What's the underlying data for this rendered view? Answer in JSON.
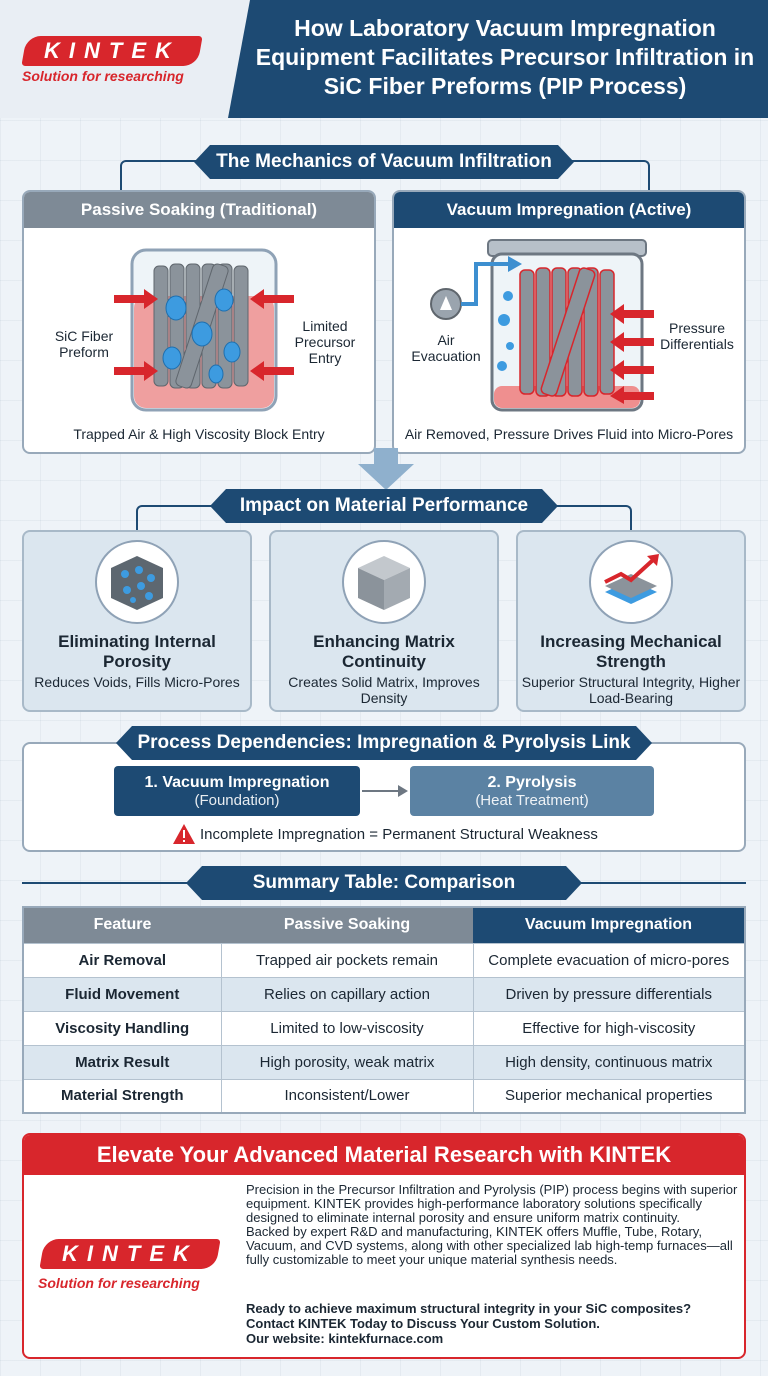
{
  "header": {
    "title": "How Laboratory Vacuum Impregnation Equipment Facilitates Precursor Infiltration in SiC Fiber Preforms (PIP Process)",
    "logo_text": "KINTEK",
    "logo_tagline": "Solution for researching"
  },
  "mechanics": {
    "heading": "The Mechanics of Vacuum Infiltration",
    "passive": {
      "title": "Passive Soaking (Traditional)",
      "label_left": "SiC Fiber Preform",
      "label_right": "Limited Precursor Entry",
      "caption": "Trapped Air & High Viscosity Block Entry"
    },
    "vacuum": {
      "title": "Vacuum Impregnation (Active)",
      "label_left": "Air Evacuation",
      "label_right": "Pressure Differentials",
      "caption": "Air Removed, Pressure Drives Fluid into Micro-Pores"
    }
  },
  "impact": {
    "heading": "Impact on Material Performance",
    "cards": [
      {
        "title": "Eliminating Internal Porosity",
        "sub": "Reduces Voids, Fills Micro-Pores"
      },
      {
        "title": "Enhancing Matrix Continuity",
        "sub": "Creates Solid Matrix, Improves Density"
      },
      {
        "title": "Increasing Mechanical Strength",
        "sub": "Superior Structural Integrity, Higher Load-Bearing"
      }
    ]
  },
  "process": {
    "heading": "Process Dependencies: Impregnation & Pyrolysis Link",
    "step1_title": "1. Vacuum Impregnation",
    "step1_sub": "(Foundation)",
    "step2_title": "2. Pyrolysis",
    "step2_sub": "(Heat Treatment)",
    "warning": "Incomplete Impregnation = Permanent Structural Weakness"
  },
  "summary": {
    "heading": "Summary Table: Comparison",
    "columns": [
      "Feature",
      "Passive Soaking",
      "Vacuum Impregnation"
    ],
    "rows": [
      [
        "Air Removal",
        "Trapped air pockets remain",
        "Complete evacuation of micro-pores"
      ],
      [
        "Fluid Movement",
        "Relies on capillary action",
        "Driven by pressure differentials"
      ],
      [
        "Viscosity Handling",
        "Limited to low-viscosity",
        "Effective for high-viscosity"
      ],
      [
        "Matrix Result",
        "High porosity, weak matrix",
        "High density, continuous matrix"
      ],
      [
        "Material Strength",
        "Inconsistent/Lower",
        "Superior mechanical properties"
      ]
    ]
  },
  "cta": {
    "heading": "Elevate Your Advanced Material Research with KINTEK",
    "para1": "Precision in the Precursor Infiltration and Pyrolysis (PIP) process begins with superior equipment. KINTEK provides high-performance laboratory solutions specifically designed to eliminate internal porosity and ensure uniform matrix continuity.",
    "para2": "Backed by expert R&D and manufacturing, KINTEK offers Muffle, Tube, Rotary, Vacuum, and CVD systems, along with other specialized lab high-temp furnaces—all fully customizable to meet your unique material synthesis needs.",
    "question": "Ready to achieve maximum structural integrity in your SiC composites?",
    "contact": "Contact KINTEK Today to Discuss Your Custom Solution.",
    "website": "Our website: kintekfurnace.com"
  },
  "colors": {
    "navy": "#1d4a73",
    "gray_header": "#7e8a96",
    "brand_red": "#d8262c",
    "light_blue": "#dbe6ef"
  }
}
